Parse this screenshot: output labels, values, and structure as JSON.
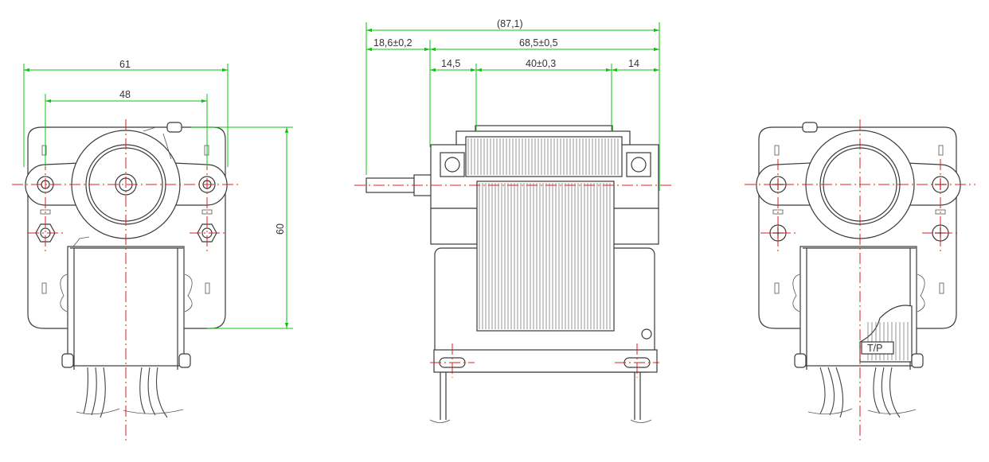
{
  "dimensions": {
    "front_width": "61",
    "front_hole_spacing": "48",
    "front_height": "60",
    "overall_length": "(87,1)",
    "shaft_length": "18,6±0,2",
    "body_length": "68,5±0,5",
    "left_offset": "14,5",
    "stack_length": "40±0,3",
    "right_offset": "14"
  },
  "labels": {
    "thermal_protector": "T/P"
  },
  "colors": {
    "centerline": "#d62020",
    "dimension": "#10c010",
    "outline": "#3a3a3a"
  }
}
